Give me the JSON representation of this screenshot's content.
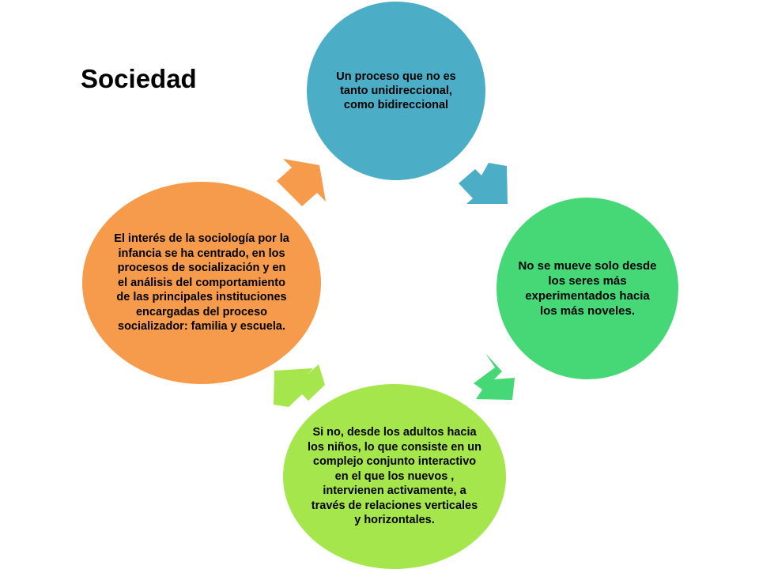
{
  "title": "Sociedad",
  "colors": {
    "top": "#4badc6",
    "right": "#46d876",
    "bottom": "#a5e64c",
    "left": "#f59b4b"
  },
  "nodes": {
    "top": "Un proceso que no es tanto unidireccional, como bidireccional",
    "right": "No se mueve solo desde los seres más experimentados hacia los más noveles.",
    "bottom": "Si no, desde los adultos hacia los niños, lo que consiste en un complejo conjunto interactivo en el que los nuevos , intervienen activamente, a través de relaciones verticales y horizontales.",
    "left": "El interés de la sociología por la infancia se ha centrado, en los procesos de socialización y en el análisis del comportamiento de las principales instituciones encargadas del proceso socializador: familia y escuela."
  }
}
